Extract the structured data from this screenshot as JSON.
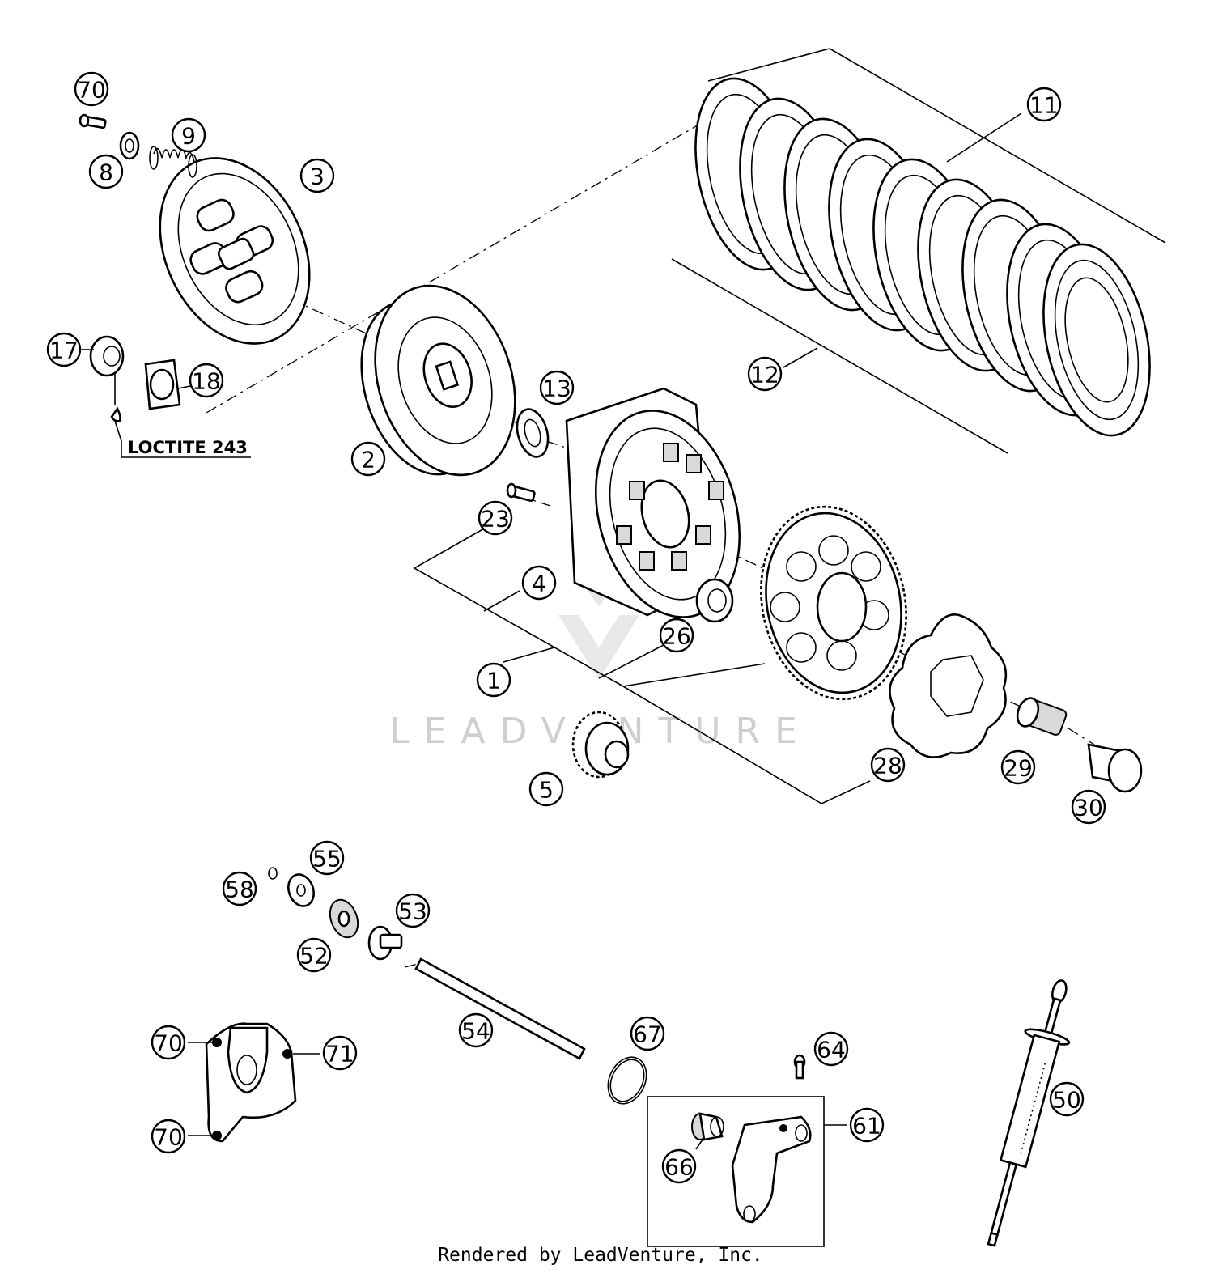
{
  "callouts": [
    "70",
    "9",
    "8",
    "3",
    "17",
    "18",
    "2",
    "13",
    "11",
    "12",
    "23",
    "4",
    "1",
    "26",
    "5",
    "28",
    "29",
    "30",
    "58",
    "55",
    "53",
    "52",
    "54",
    "67",
    "64",
    "70",
    "71",
    "70",
    "61",
    "66",
    "50"
  ],
  "note": {
    "text": "LOCTITE 243"
  },
  "watermark": {
    "text": "LEADVENTURE"
  },
  "footer": {
    "text": "Rendered by LeadVenture, Inc."
  },
  "colors": {
    "line": "#000000",
    "background": "#ffffff",
    "watermark": "#cfcfcf"
  }
}
